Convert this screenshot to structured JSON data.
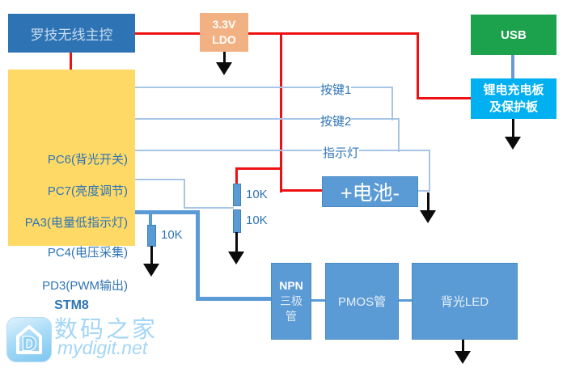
{
  "diagram": {
    "nodes": {
      "controller": {
        "label": "罗技无线主控"
      },
      "ldo": {
        "line1": "3.3V",
        "line2": "LDO"
      },
      "usb": {
        "label": "USB"
      },
      "charger": {
        "line1": "锂电充电板",
        "line2": "及保护板"
      },
      "mcu": {
        "pins": [
          "PC6(背光开关)",
          "PC7(亮度调节)",
          "PA3(电量低指示灯)",
          "PC4(电压采集)",
          "PD3(PWM输出)"
        ],
        "chip": "STM8"
      },
      "battery": {
        "label": "+电池-"
      },
      "npn": {
        "line1": "NPN",
        "line2": "三极",
        "line3": "管"
      },
      "pmos": {
        "label": "PMOS管"
      },
      "led": {
        "label": "背光LED"
      }
    },
    "signal_labels": [
      "按键1",
      "按键2",
      "指示灯"
    ],
    "resistor_labels": [
      "10K",
      "10K",
      "10K"
    ],
    "colors": {
      "controller_fill": "#2E74B5",
      "mcu_fill": "#FFD965",
      "ldo_fill": "#F2B183",
      "usb_fill": "#1CA24D",
      "charger_fill": "#00B0F0",
      "node_fill": "#5B9BD5",
      "power_wire": "#EE1111",
      "signal_wire": "#A7C5E6",
      "pwm_wire": "#5B9BD5",
      "label_text": "#2E74B5"
    }
  },
  "watermark": {
    "site_name": "数码之家",
    "site_url": "mydigit.net",
    "logo_letter": "D"
  }
}
